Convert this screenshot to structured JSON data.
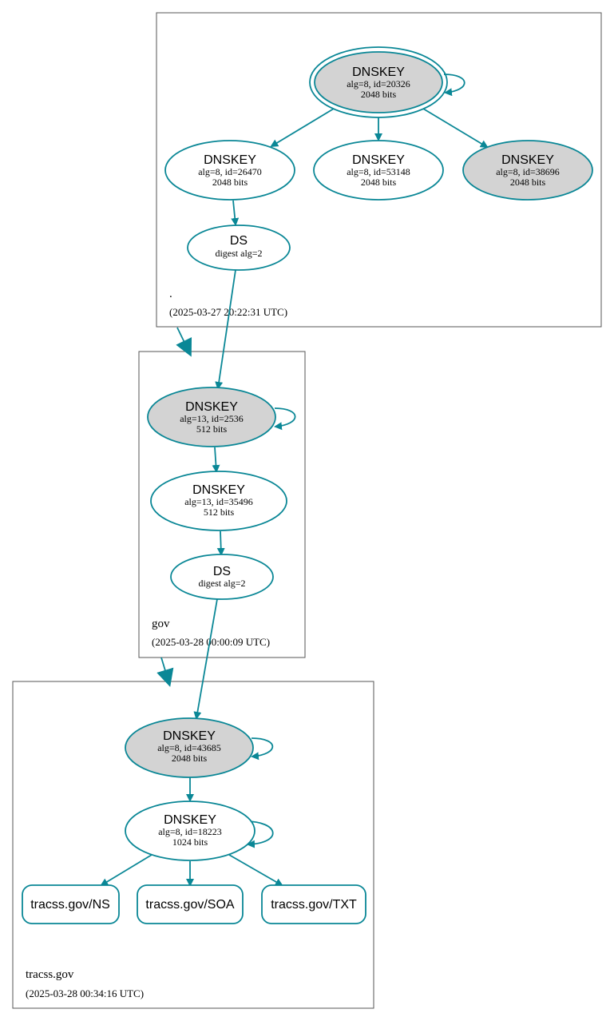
{
  "colors": {
    "edge": "#0a8796",
    "node_border": "#0a8796",
    "sep_fill": "#d3d3d3",
    "plain_fill": "#ffffff",
    "zone_border": "#555555"
  },
  "zones": {
    "root": {
      "name": ".",
      "timestamp": "(2025-03-27 20:22:31 UTC)"
    },
    "gov": {
      "name": "gov",
      "timestamp": "(2025-03-28 00:00:09 UTC)"
    },
    "tracss": {
      "name": "tracss.gov",
      "timestamp": "(2025-03-28 00:34:16 UTC)"
    }
  },
  "nodes": {
    "root_ksk": {
      "title": "DNSKEY",
      "sub1": "alg=8, id=20326",
      "sub2": "2048 bits",
      "sep": true,
      "trust_anchor": true
    },
    "root_zsk1": {
      "title": "DNSKEY",
      "sub1": "alg=8, id=26470",
      "sub2": "2048 bits",
      "sep": false
    },
    "root_zsk2": {
      "title": "DNSKEY",
      "sub1": "alg=8, id=53148",
      "sub2": "2048 bits",
      "sep": false
    },
    "root_ksk2": {
      "title": "DNSKEY",
      "sub1": "alg=8, id=38696",
      "sub2": "2048 bits",
      "sep": true
    },
    "root_ds": {
      "title": "DS",
      "sub1": "digest alg=2"
    },
    "gov_ksk": {
      "title": "DNSKEY",
      "sub1": "alg=13, id=2536",
      "sub2": "512 bits",
      "sep": true
    },
    "gov_zsk": {
      "title": "DNSKEY",
      "sub1": "alg=13, id=35496",
      "sub2": "512 bits",
      "sep": false
    },
    "gov_ds": {
      "title": "DS",
      "sub1": "digest alg=2"
    },
    "tracss_ksk": {
      "title": "DNSKEY",
      "sub1": "alg=8, id=43685",
      "sub2": "2048 bits",
      "sep": true
    },
    "tracss_zsk": {
      "title": "DNSKEY",
      "sub1": "alg=8, id=18223",
      "sub2": "1024 bits",
      "sep": false
    }
  },
  "rrsets": {
    "ns": "tracss.gov/NS",
    "soa": "tracss.gov/SOA",
    "txt": "tracss.gov/TXT"
  }
}
